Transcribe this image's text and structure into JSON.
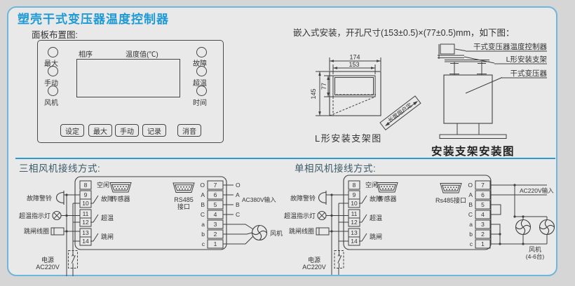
{
  "colors": {
    "accent_blue": "#1e9ad6",
    "frame_border": "#6fb6dc",
    "divider": "#2e9ad2",
    "ink": "#3f3f3f",
    "page_bg": "#e9e9e9"
  },
  "header": {
    "title": "塑壳干式变压器温度控制器",
    "panel_caption": "面板布置图:",
    "install_note": "嵌入式安装，开孔尺寸(153±0.5)×(77±0.5)mm，如下图："
  },
  "panel": {
    "left_leds": [
      "最大",
      "手动",
      "风机"
    ],
    "right_leds": [
      "故障",
      "超温",
      "时间"
    ],
    "phase_label": "相序",
    "temp_label": "温度值(℃)",
    "buttons": [
      "设定",
      "最大",
      "手动",
      "记录",
      "消音"
    ]
  },
  "bracket_fig": {
    "dim_outer_w": "174",
    "dim_inner_w": "153",
    "dim_outer_h": "145",
    "dim_inner_h": "77",
    "flap_note": "长度用户定",
    "caption": "L形安装支架图"
  },
  "mount_fig": {
    "label_controller": "干式变压器温度控制器",
    "label_bracket": "L形安装支架",
    "label_transformer": "干式变压器",
    "caption": "安装支架安装图"
  },
  "wiring_three": {
    "title": "三相风机接线方式:",
    "left_terminals": [
      "8",
      "9",
      "10",
      "11",
      "12",
      "13",
      "14"
    ],
    "right_terminals": [
      "7",
      "6",
      "5",
      "4",
      "3",
      "2",
      "1"
    ],
    "phase_letters": [
      "O",
      "A",
      "B",
      "C",
      "a",
      "b",
      "c"
    ],
    "label_idle": "空闲",
    "label_fault": "故障",
    "label_overtemp": "超温",
    "label_trip": "跳闸",
    "sensor_label": "传感器",
    "rs485_line1": "RS485",
    "rs485_line2": "接口",
    "bell_label": "故障警铃",
    "lamp_label": "超温指示灯",
    "coil_label": "跳闸线圈",
    "power_line1": "电源",
    "power_line2": "AC220V",
    "out_letters": [
      "O",
      "A",
      "B",
      "C"
    ],
    "ac_input_label": "AC380V输入",
    "fan_label": "风机"
  },
  "wiring_single": {
    "title": "单相风机接线方式:",
    "left_terminals": [
      "8",
      "9",
      "10",
      "11",
      "12",
      "13",
      "14"
    ],
    "right_terminals": [
      "7",
      "6",
      "5",
      "4",
      "3",
      "2",
      "1"
    ],
    "phase_letters": [
      "O",
      "A",
      "B",
      "C",
      "a",
      "b",
      "c"
    ],
    "label_idle": "空闲",
    "label_fault": "故障",
    "label_overtemp": "超温",
    "label_trip": "跳闸",
    "sensor_label": "传感器",
    "rs485_label": "Rs485接口",
    "bell_label": "故障警铃",
    "lamp_label": "超温指示灯",
    "coil_label": "跳闸线圈",
    "power_line1": "电源",
    "power_line2": "AC220V",
    "ac_input_label": "AC220V输入",
    "fan_line1": "风机",
    "fan_line2": "(4-6台)"
  }
}
